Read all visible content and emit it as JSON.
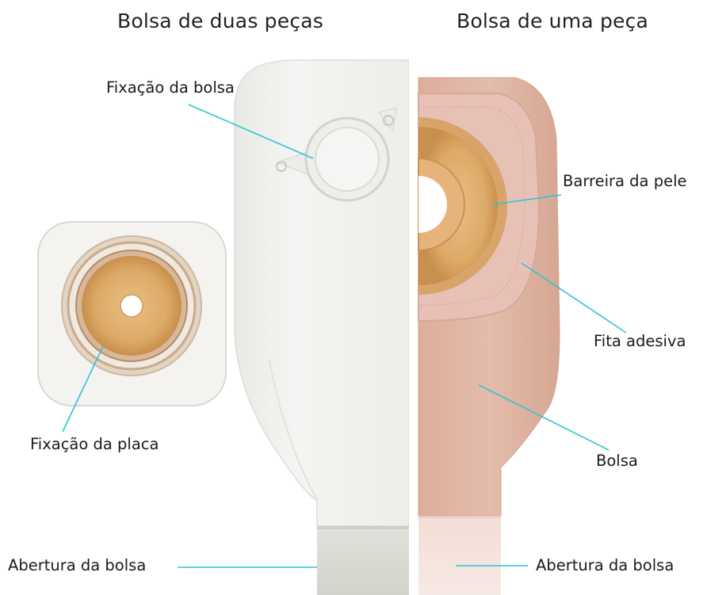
{
  "headings": {
    "left": "Bolsa de duas peças",
    "right": "Bolsa de uma peça"
  },
  "labels": {
    "pouch_fixation": "Fixação da bolsa",
    "plate_fixation": "Fixação da placa",
    "opening_left": "Abertura da bolsa",
    "skin_barrier": "Barreira da pele",
    "adhesive_tape": "Fita adesiva",
    "pouch": "Bolsa",
    "opening_right": "Abertura da bolsa"
  },
  "colors": {
    "leader_line": "#2ec4d6",
    "two_piece_pouch": "#f1f1ef",
    "flange_plate": "#f4f3ef",
    "hydrocolloid": "#dfae6c",
    "one_piece_pouch": "#ddb3a2",
    "adhesive_tape": "#e9bdb3",
    "outlet": "#d9d8d2"
  }
}
